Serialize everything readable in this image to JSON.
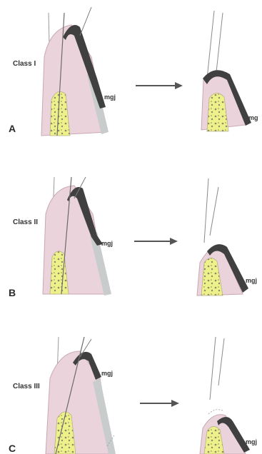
{
  "panels": [
    {
      "letter": "A",
      "class_label": "Class I",
      "mgj_before": "mgj",
      "mgj_after": "mg"
    },
    {
      "letter": "B",
      "class_label": "Class II",
      "mgj_before": "mgj",
      "mgj_after": "mgj"
    },
    {
      "letter": "C",
      "class_label": "Class III",
      "mgj_before": "mgj",
      "mgj_after": "mgj"
    }
  ],
  "colors": {
    "gingiva": "#ead3da",
    "gingiva_edge": "#c8a8b5",
    "mucosa_band": "#c8cccc",
    "epithelium": "#404040",
    "bone": "#eef08a",
    "bone_speckle": "#8a8a6a",
    "arrow": "#555555",
    "tooth_line": "#6a6a6a"
  }
}
